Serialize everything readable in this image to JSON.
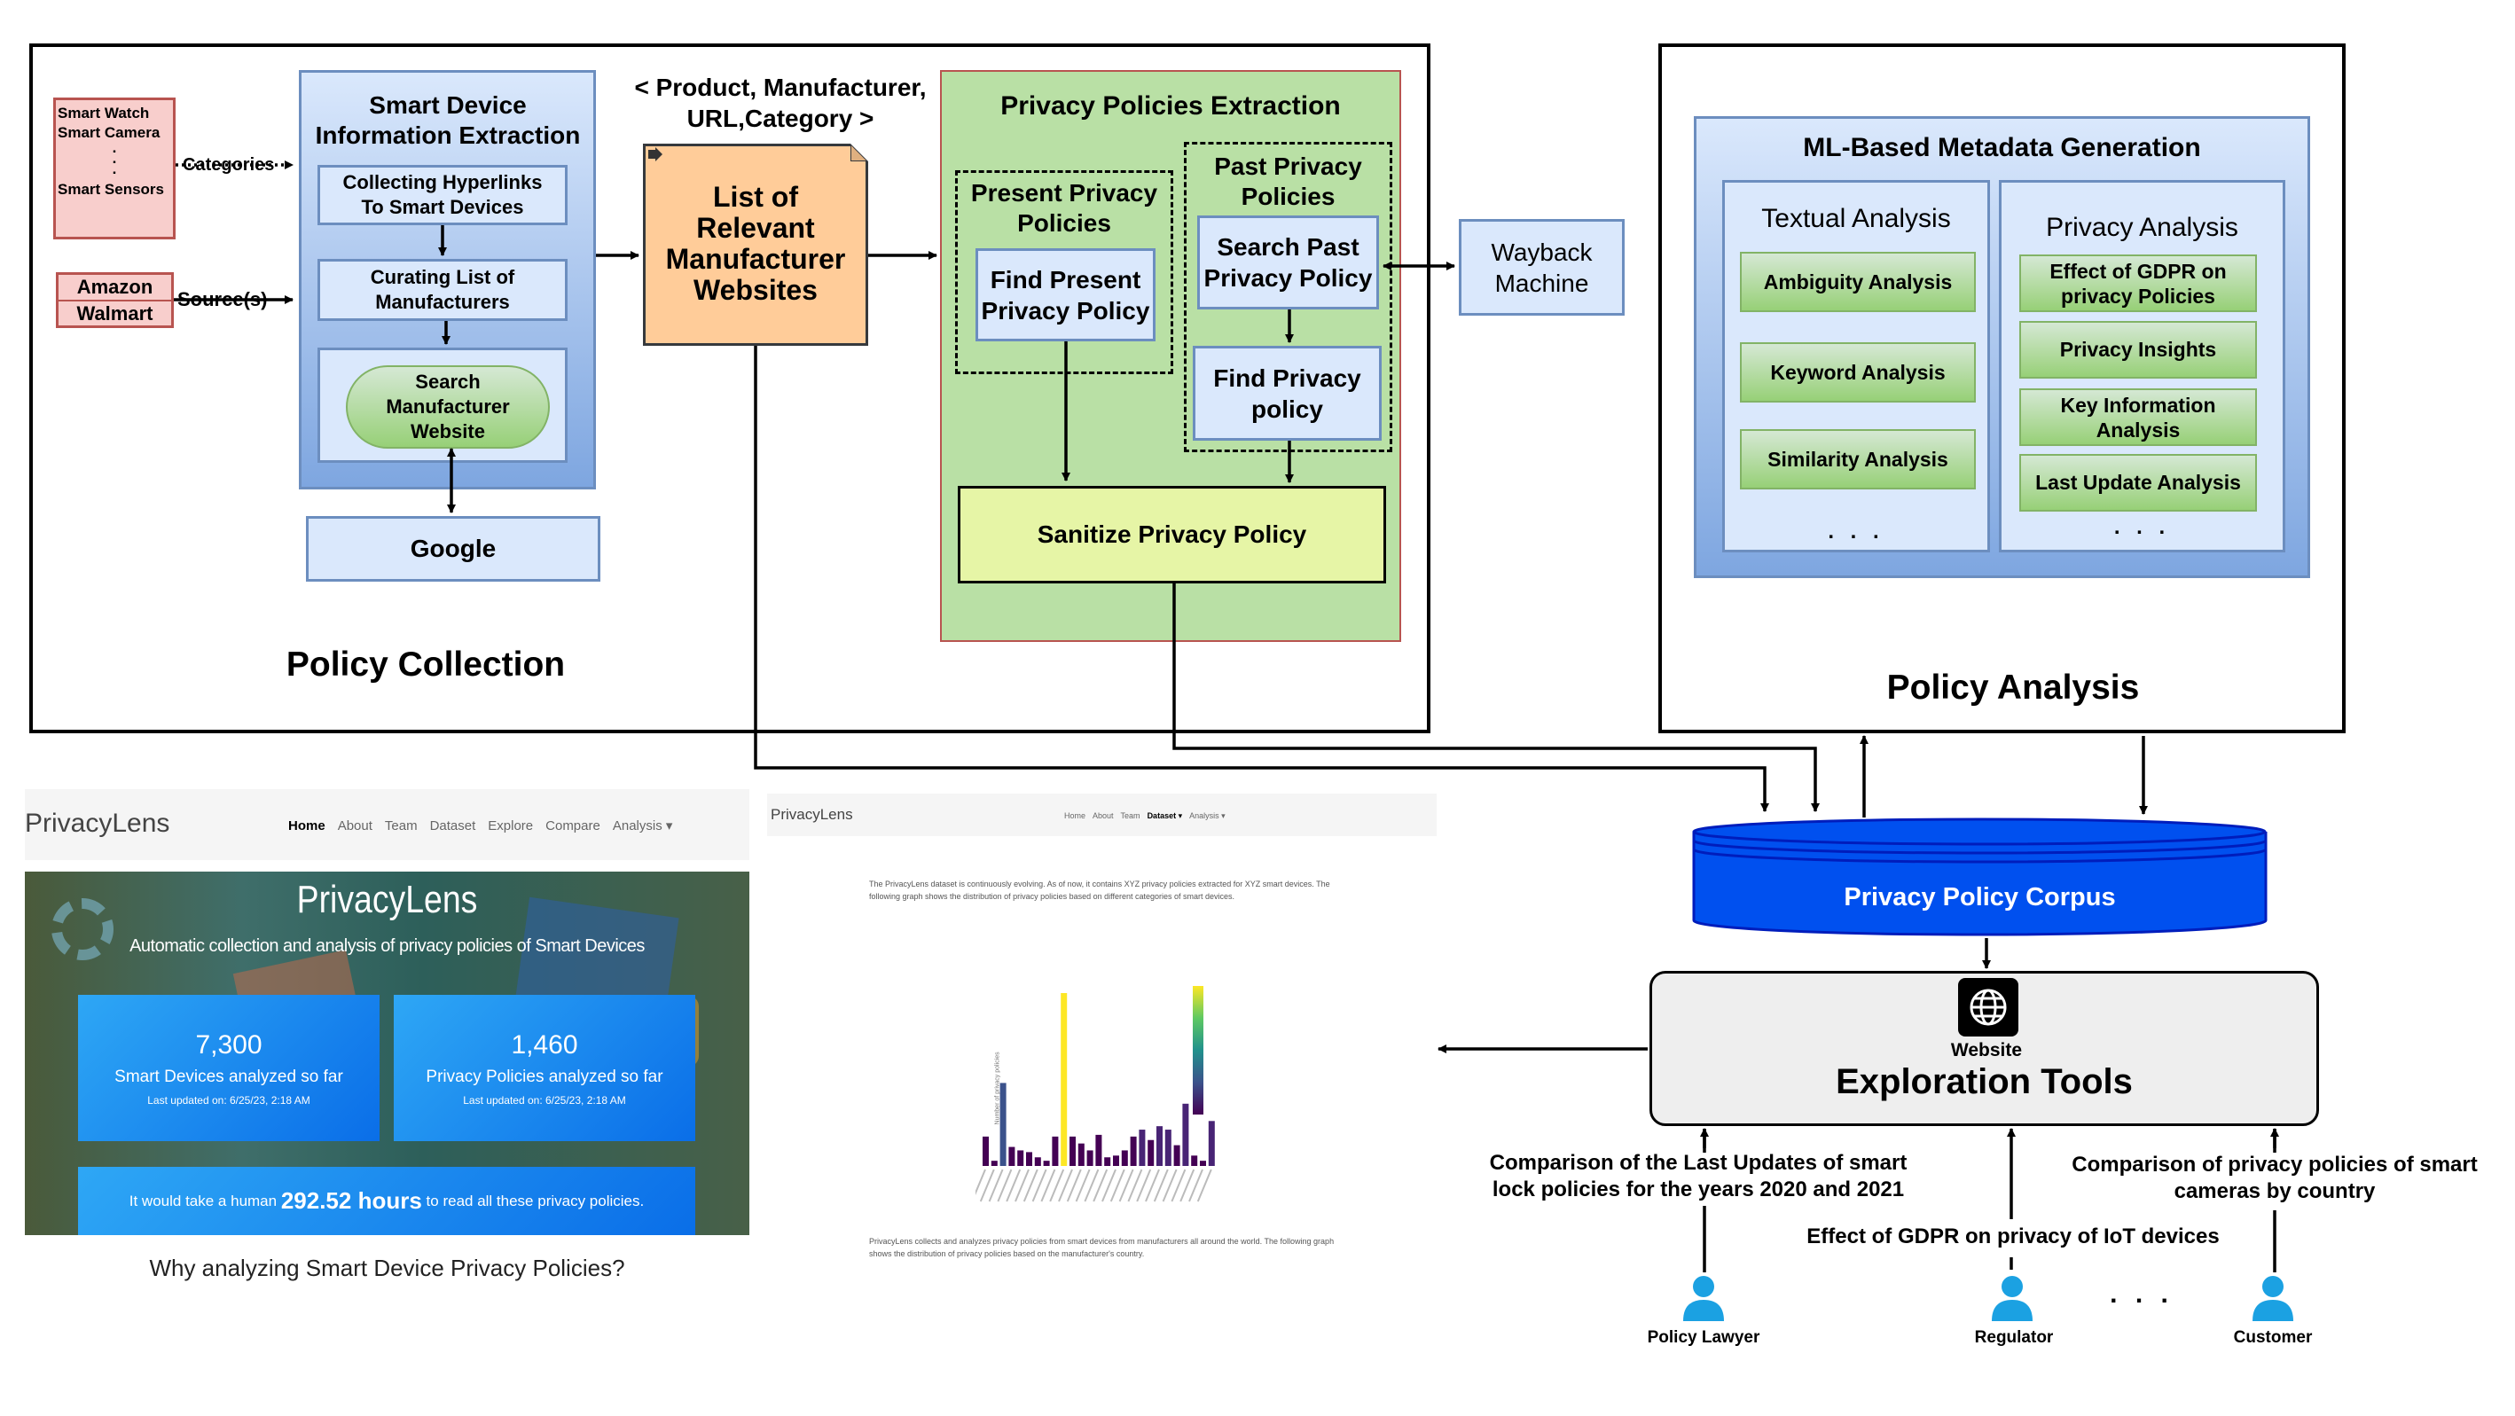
{
  "policy_collection": {
    "title": "Policy Collection",
    "device_list": [
      "Smart Watch",
      "Smart Camera",
      ".",
      ".",
      ".",
      "Smart Sensors"
    ],
    "categories_label": "Categories",
    "sources": [
      "Amazon",
      "Walmart"
    ],
    "sources_label": "Source(s)",
    "info_extraction_title": "Smart Device Information Extraction",
    "collect_hyperlinks": "Collecting Hyperlinks To Smart Devices",
    "curating_list": "Curating List of Manufacturers",
    "search_manufacturer": "Search Manufacturer Website",
    "google": "Google",
    "tuple_label": "< Product, Manufacturer, URL,Category >",
    "list_websites": "List of Relevant Manufacturer Websites",
    "extraction_title": "Privacy Policies Extraction",
    "present_policies": "Present Privacy Policies",
    "find_present": "Find Present Privacy Policy",
    "past_policies": "Past Privacy Policies",
    "search_past": "Search Past Privacy Policy",
    "find_privacy": "Find Privacy policy",
    "sanitize": "Sanitize Privacy Policy",
    "wayback": "Wayback Machine"
  },
  "policy_analysis": {
    "title": "Policy Analysis",
    "ml_title": "ML-Based Metadata Generation",
    "textual_title": "Textual Analysis",
    "textual_items": [
      "Ambiguity Analysis",
      "Keyword Analysis",
      "Similarity Analysis"
    ],
    "privacy_title": "Privacy Analysis",
    "privacy_items": [
      "Effect of GDPR on privacy Policies",
      "Privacy Insights",
      "Key Information Analysis",
      "Last Update Analysis"
    ],
    "ellipsis": ". . ."
  },
  "corpus": {
    "label": "Privacy Policy Corpus"
  },
  "exploration": {
    "website_label": "Website",
    "title": "Exploration Tools",
    "use_case_1": "Comparison of the Last Updates of smart lock policies for the years 2020 and 2021",
    "use_case_2": "Effect of GDPR on privacy of IoT devices",
    "use_case_3": "Comparison of privacy policies of smart cameras by country",
    "users": [
      "Policy Lawyer",
      "Regulator",
      "Customer"
    ],
    "users_ellipsis": ". . ."
  },
  "screenshot_home": {
    "brand": "PrivacyLens",
    "nav": [
      "Home",
      "About",
      "Team",
      "Dataset",
      "Explore",
      "Compare",
      "Analysis ▾"
    ],
    "hero_title": "PrivacyLens",
    "hero_subtitle": "Automatic collection and analysis of privacy policies of Smart Devices",
    "stat1_value": "7,300",
    "stat1_label": "Smart Devices analyzed so far",
    "stat1_updated": "Last updated on: 6/25/23, 2:18 AM",
    "stat2_value": "1,460",
    "stat2_label": "Privacy Policies analyzed so far",
    "stat2_updated": "Last updated on: 6/25/23, 2:18 AM",
    "hours_prefix": "It would take a human",
    "hours_value": "292.52 hours",
    "hours_suffix": "to read all these privacy policies.",
    "why": "Why analyzing Smart Device Privacy Policies?"
  },
  "screenshot_dataset": {
    "brand": "PrivacyLens",
    "nav": [
      "Home",
      "About",
      "Team",
      "Dataset ▾",
      "Analysis ▾"
    ],
    "intro": "The PrivacyLens dataset is continuously evolving. As of now, it contains XYZ privacy policies extracted for XYZ smart devices. The following graph shows the distribution of privacy policies based on different categories of smart devices.",
    "ylabel": "Number of privacy policies",
    "outro": "PrivacyLens collects and analyzes privacy policies from smart devices from manufacturers all around the world. The following graph shows the distribution of privacy policies based on the manufacturer's country."
  },
  "colors": {
    "blue_fill": "#dae8fc",
    "blue_stroke": "#6c8ebf",
    "green_fill": "#d5e8d4",
    "green_panel": "#b9e0a5",
    "orange_fill": "#ffcc99",
    "pink_fill": "#f8cecc",
    "corpus": "#0050ef",
    "user": "#1ba1e2"
  },
  "icons": [
    "globe-icon",
    "user-icon",
    "document-icon",
    "gear-icon"
  ]
}
